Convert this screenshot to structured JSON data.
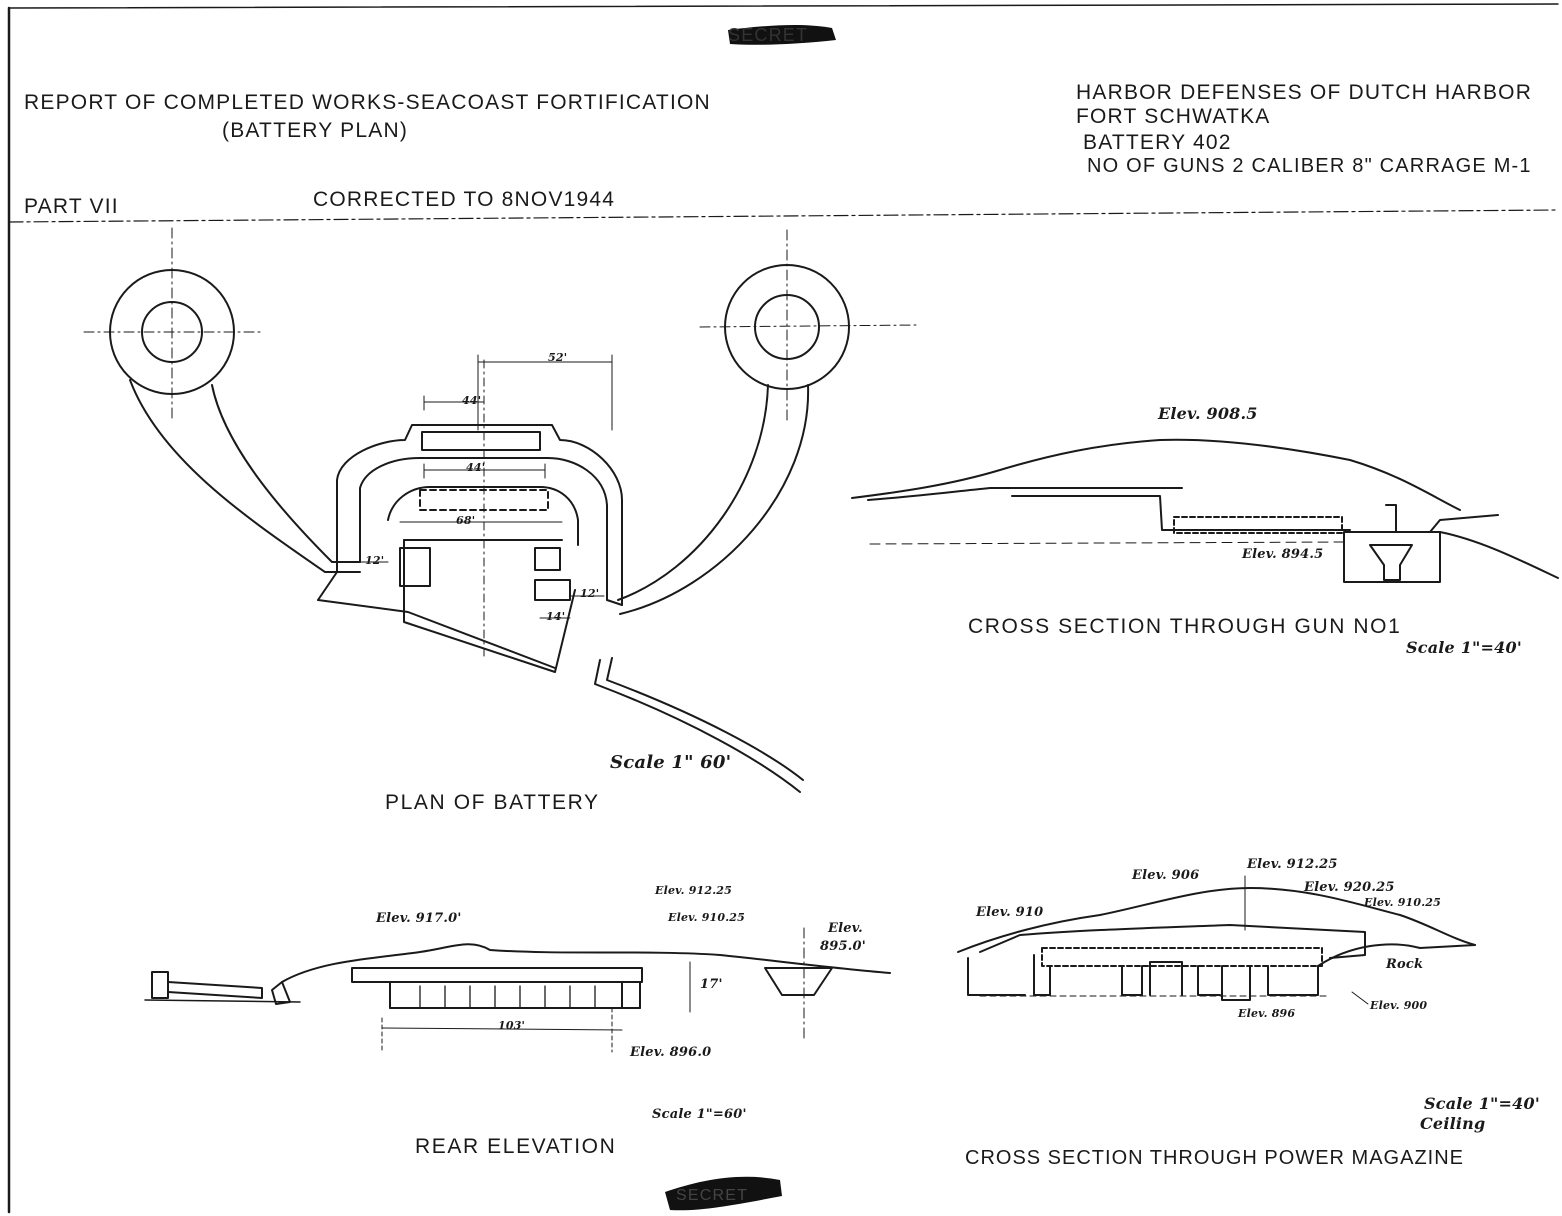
{
  "stamp": "SECRET",
  "header": {
    "report_title": "REPORT OF COMPLETED WORKS-SEACOAST FORTIFICATION",
    "report_subtitle": "(BATTERY PLAN)",
    "part": "PART VII",
    "corrected": "CORRECTED TO 8NOV1944",
    "harbor": "HARBOR DEFENSES OF DUTCH HARBOR",
    "fort": "FORT SCHWATKA",
    "battery": "BATTERY 402",
    "guns": "NO OF GUNS 2 CALIBER 8\" CARRAGE M-1"
  },
  "plan": {
    "caption": "PLAN OF BATTERY",
    "scale": "Scale 1\" 60'",
    "dims": {
      "d52": "52'",
      "d44a": "44'",
      "d44b": "44'",
      "d68": "68'",
      "d12a": "12'",
      "d12b": "12'",
      "d14": "14'"
    }
  },
  "gun_section": {
    "caption": "CROSS SECTION THROUGH GUN NO1",
    "scale": "Scale 1\"=40'",
    "elev_top": "Elev. 908.5",
    "elev_floor": "Elev. 894.5"
  },
  "rear": {
    "caption": "REAR ELEVATION",
    "scale": "Scale 1\"=60'",
    "elev_917": "Elev. 917.0'",
    "elev_912": "Elev. 912.25",
    "elev_910": "Elev. 910.25",
    "elev_895_a": "Elev.",
    "elev_895_b": "895.0'",
    "elev_896": "Elev. 896.0",
    "dim_height": "17'",
    "dim_length": "103'"
  },
  "magazine": {
    "caption": "CROSS SECTION THROUGH POWER MAGAZINE",
    "scale_a": "Scale 1\"=40'",
    "scale_b": "Ceiling",
    "elev_910": "Elev. 910",
    "elev_906": "Elev. 906",
    "elev_912": "Elev. 912.25",
    "elev_920": "Elev. 920.25",
    "elev_910r": "Elev. 910.25",
    "rock": "Rock",
    "elev_900": "Elev. 900",
    "elev_896": "Elev. 896"
  }
}
